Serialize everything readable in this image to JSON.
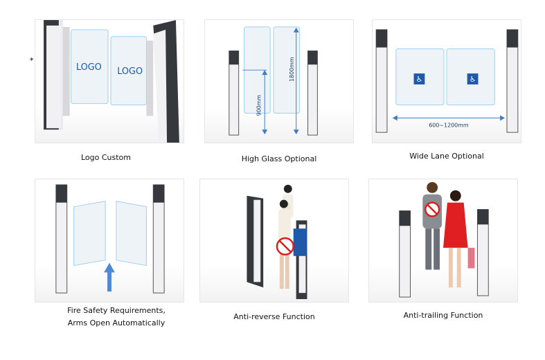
{
  "marker": "*",
  "panels": [
    {
      "caption": "Logo Custom",
      "glass_text": [
        "LOGO",
        "LOGO"
      ]
    },
    {
      "caption": "High Glass Optional",
      "dims": [
        "900mm",
        "1800mm"
      ]
    },
    {
      "caption": "Wide Lane Optional",
      "dims": [
        "600~1200mm"
      ],
      "icon": "wheelchair-icon"
    },
    {
      "caption": [
        "Fire Safety Requirements,",
        "Arms Open Automatically"
      ],
      "icon": "arrow-up-icon"
    },
    {
      "caption": "Anti-reverse Function",
      "icon": "no-entry-icon"
    },
    {
      "caption": "Anti-trailing Function",
      "icon": "no-entry-icon"
    }
  ],
  "colors": {
    "accent": "#3f7cc4",
    "glow": "#4fb6f0",
    "post": "#3a3d42",
    "sign": "#1e5aa8",
    "stop": "#d62020"
  }
}
